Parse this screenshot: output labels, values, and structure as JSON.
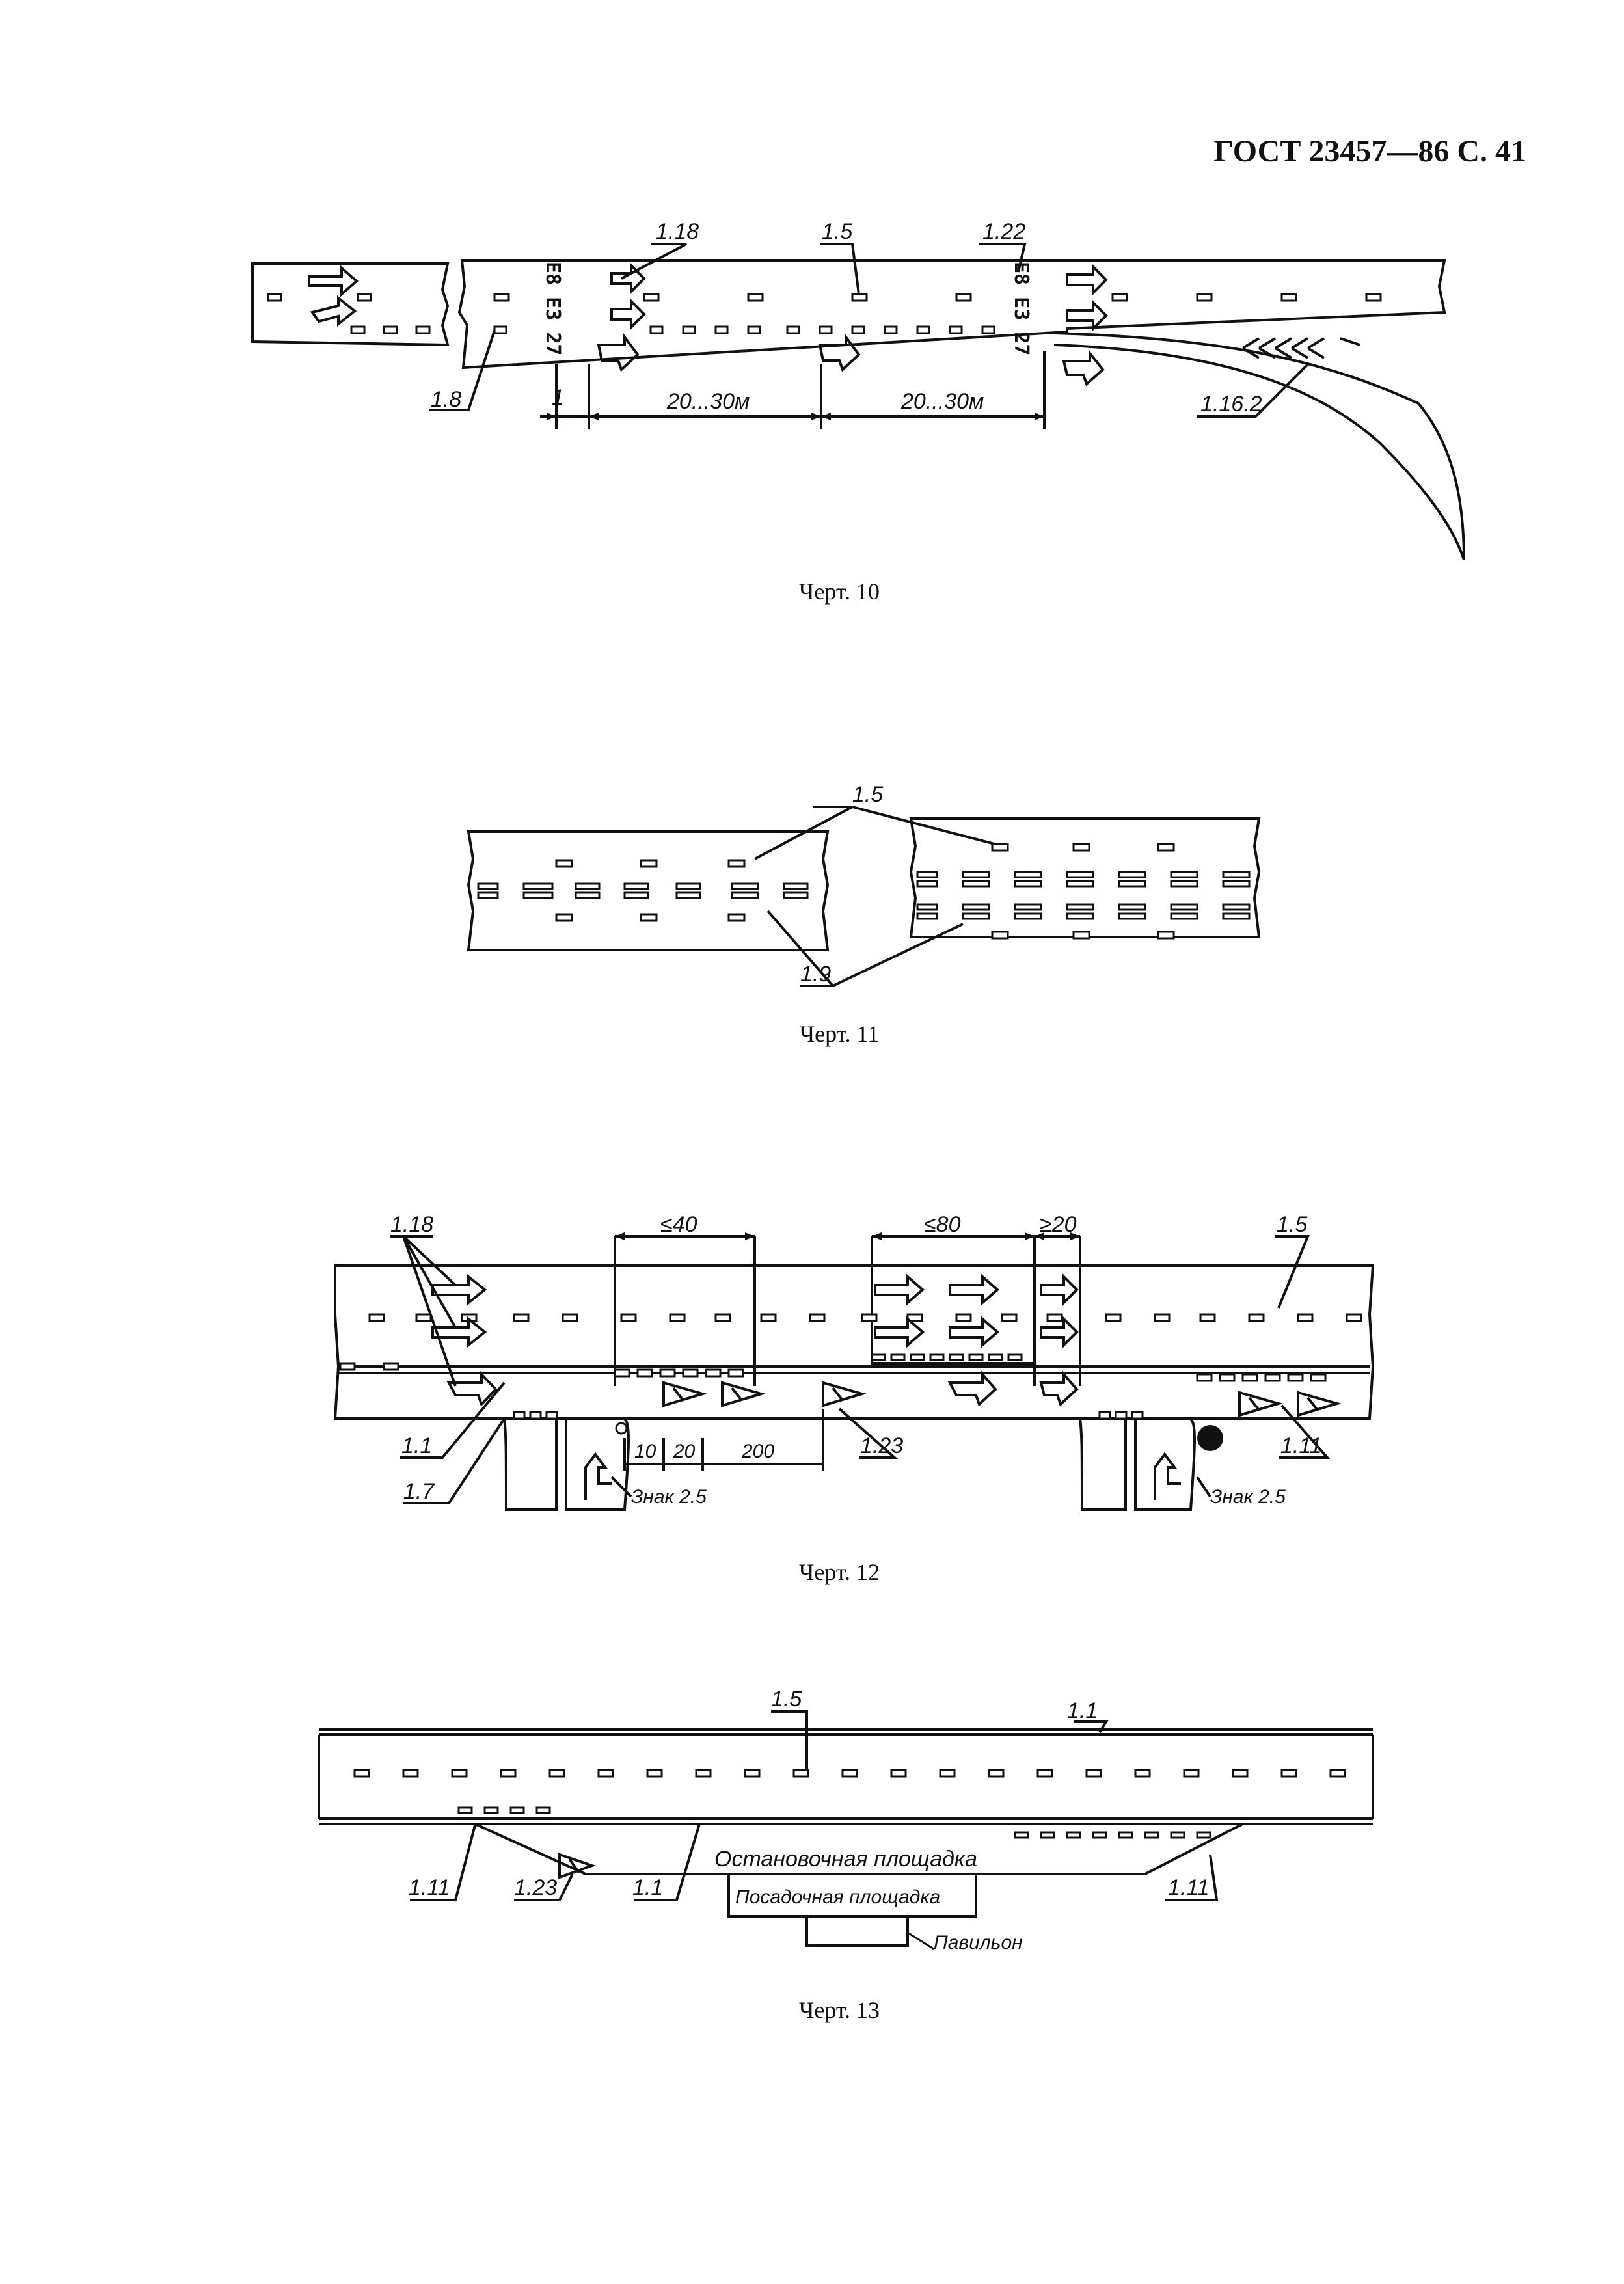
{
  "header": {
    "title": "ГОСТ 23457—86 С. 41"
  },
  "fig10": {
    "caption": "Черт. 10",
    "labels": {
      "l118": "1.18",
      "l15": "1.5",
      "l122": "1.22",
      "l18": "1.8",
      "l1162": "1.16.2"
    },
    "dims": {
      "d1": "1",
      "d2": "20...30м",
      "d3": "20...30м"
    },
    "road_numbers": {
      "n1": "Е8 Е3 27",
      "n2": "Е8 Е3 27"
    }
  },
  "fig11": {
    "caption": "Черт. 11",
    "labels": {
      "l15": "1.5",
      "l19": "1.9"
    }
  },
  "fig12": {
    "caption": "Черт. 12",
    "labels": {
      "l118": "1.18",
      "l15": "1.5",
      "l11": "1.1",
      "l17": "1.7",
      "l123": "1.23",
      "l111": "1.11",
      "sign_a": "Знак 2.5",
      "sign_b": "Знак 2.5"
    },
    "dims": {
      "d40": "≤40",
      "d80": "≤80",
      "d20a": "≥20",
      "d10": "10",
      "d20": "20",
      "d200": "200"
    }
  },
  "fig13": {
    "caption": "Черт. 13",
    "labels": {
      "l15": "1.5",
      "l11_top": "1.1",
      "l111_left": "1.11",
      "l123": "1.23",
      "l11_bottom": "1.1",
      "l111_right": "1.11"
    },
    "areas": {
      "stop": "Остановочная площадка",
      "boarding": "Посадочная площадка",
      "pavilion": "Павильон"
    }
  }
}
